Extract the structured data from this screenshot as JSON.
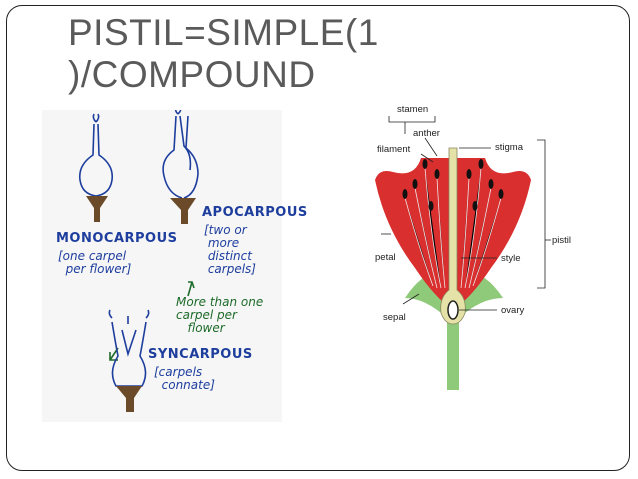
{
  "slide": {
    "title": "PISTIL=SIMPLE(1\n)/COMPOUND"
  },
  "left_figure": {
    "monocarpous": {
      "heading": "MONOCARPOUS",
      "note": "[one carpel\n  per flower]"
    },
    "apocarpous": {
      "heading": "APOCARPOUS",
      "note": "[two or\n more\n distinct\n carpels]"
    },
    "syncarpous_note": "More than one\ncarpel per\n   flower",
    "syncarpous": {
      "heading": "SYNCARPOUS",
      "note": "[carpels\n  connate]"
    }
  },
  "right_figure": {
    "labels": {
      "stamen": "stamen",
      "anther": "anther",
      "filament": "filament",
      "stigma": "stigma",
      "pistil": "pistil",
      "petal": "petal",
      "style": "style",
      "sepal": "sepal",
      "ovary": "ovary"
    },
    "colors": {
      "petal": "#d92f2f",
      "stem": "#8fc97a",
      "pistil": "#e4e2a6"
    }
  }
}
